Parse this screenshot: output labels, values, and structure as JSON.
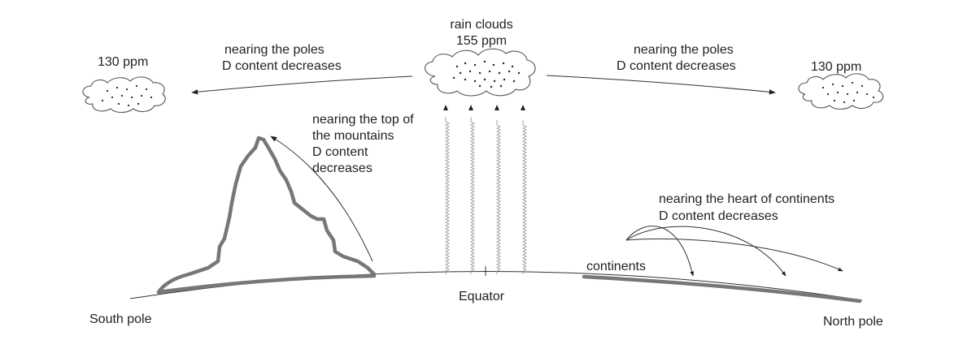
{
  "rain_cloud": {
    "title": "rain clouds",
    "value": "155 ppm"
  },
  "left_cloud": {
    "value": "130 ppm"
  },
  "right_cloud": {
    "value": "130 ppm"
  },
  "poles_left": {
    "line1": "nearing the poles",
    "line2": "D content decreases"
  },
  "poles_right": {
    "line1": "nearing the poles",
    "line2": "D content decreases"
  },
  "mountain_note": {
    "line1": "nearing the top of",
    "line2": "the mountains",
    "line3": "D content",
    "line4": "decreases"
  },
  "continent_note": {
    "line1": "nearing the heart of continents",
    "line2": "D content decreases"
  },
  "continents_label": "continents",
  "equator_label": "Equator",
  "south_pole_label": "South pole",
  "north_pole_label": "North pole"
}
